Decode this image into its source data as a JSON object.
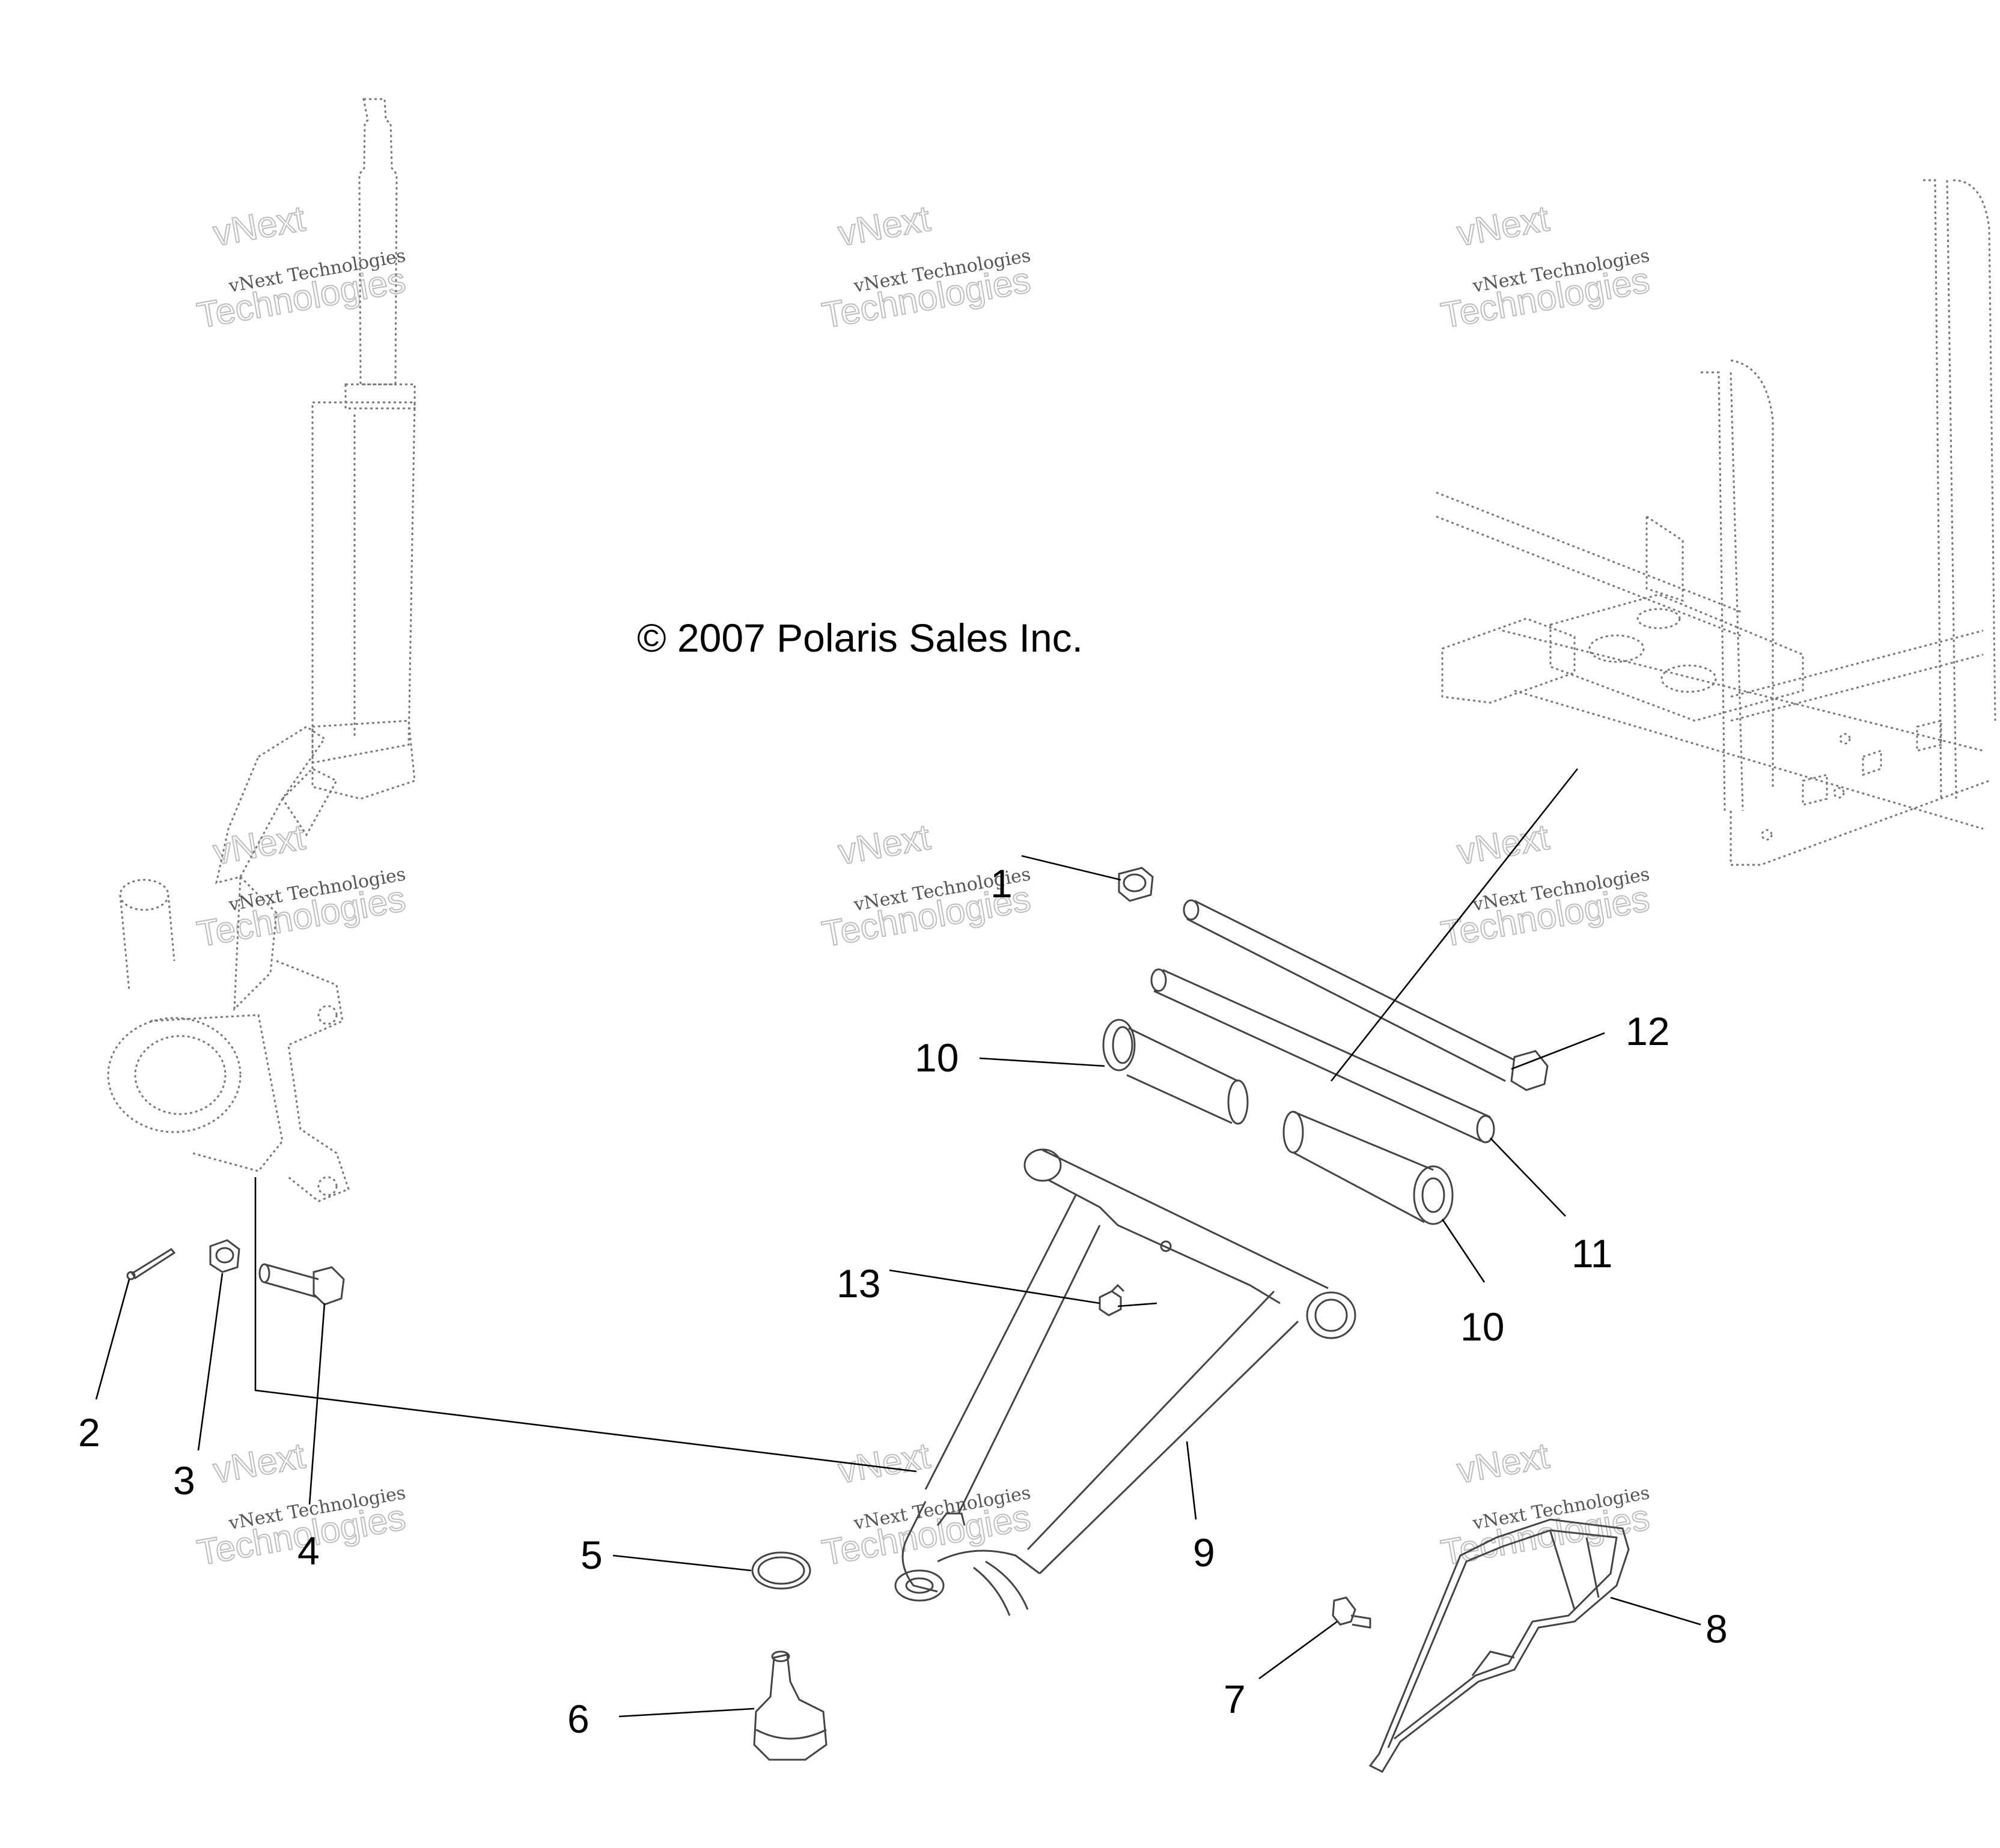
{
  "copyright": "© 2007 Polaris Sales Inc.",
  "watermark": {
    "line1": "vNext",
    "line2": "vNext Technologies",
    "line3": "Technologies"
  },
  "callouts": [
    "1",
    "2",
    "3",
    "4",
    "5",
    "6",
    "7",
    "8",
    "9",
    "10",
    "10",
    "11",
    "12",
    "13"
  ]
}
